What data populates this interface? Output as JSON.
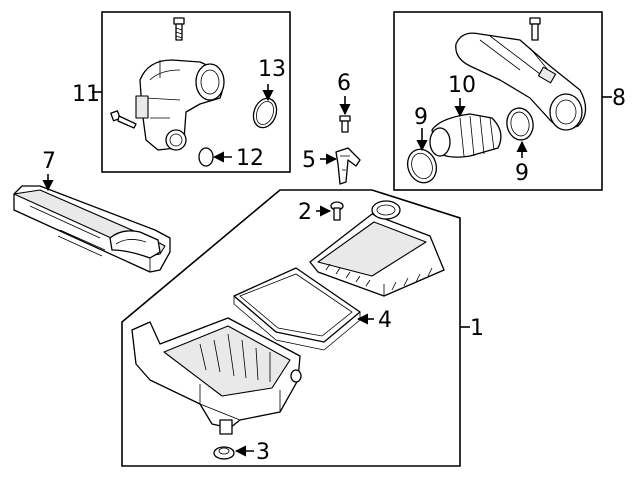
{
  "diagram": {
    "callouts": {
      "c1": "1",
      "c2": "2",
      "c3": "3",
      "c4": "4",
      "c5": "5",
      "c6": "6",
      "c7": "7",
      "c8": "8",
      "c9a": "9",
      "c9b": "9",
      "c10": "10",
      "c11": "11",
      "c12": "12",
      "c13": "13"
    },
    "colors": {
      "line": "#000000",
      "fill": "#ffffff",
      "shade": "#e9e9e9"
    }
  }
}
